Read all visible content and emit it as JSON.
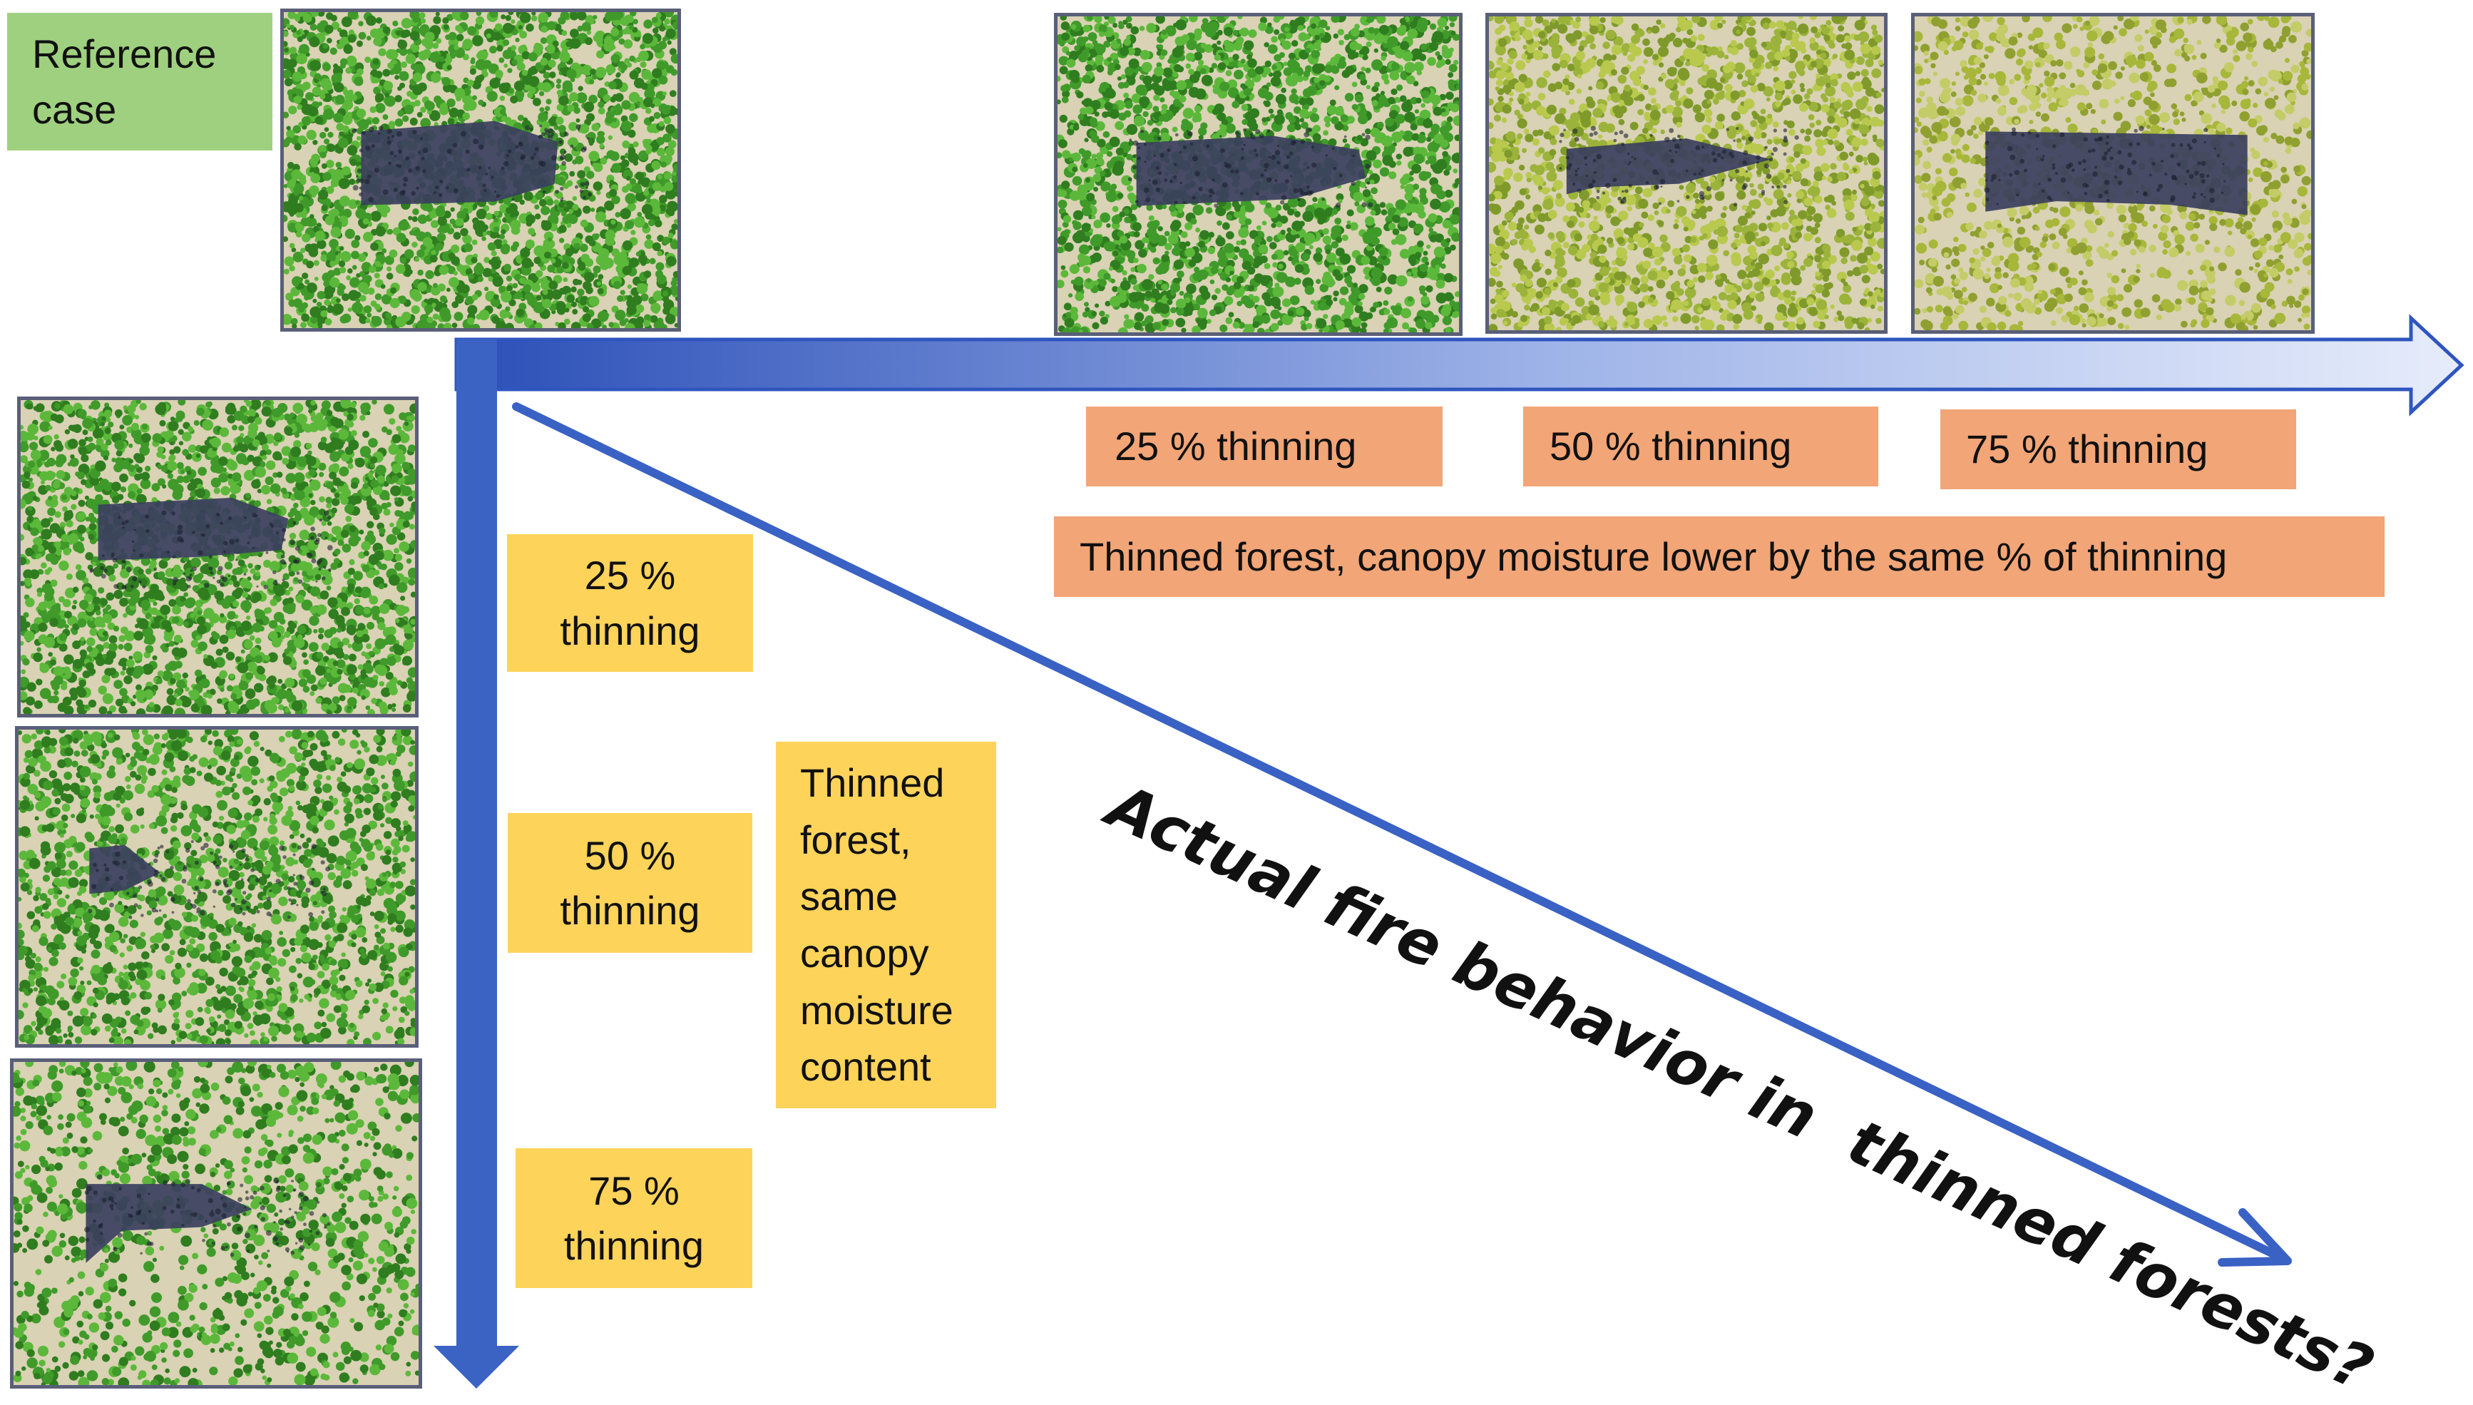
{
  "reference": {
    "label_line1": "Reference",
    "label_line2": "case"
  },
  "horizontal_axis": {
    "labels": [
      "25 % thinning",
      "50 % thinning",
      "75 % thinning"
    ],
    "description": "Thinned forest, canopy moisture lower by the same % of thinning"
  },
  "vertical_axis": {
    "labels": [
      {
        "line1": "25 %",
        "line2": "thinning"
      },
      {
        "line1": "50 %",
        "line2": "thinning"
      },
      {
        "line1": "75 %",
        "line2": "thinning"
      }
    ],
    "description_lines": [
      "Thinned",
      "forest,",
      "same",
      "canopy",
      "moisture",
      "content"
    ]
  },
  "diagonal": {
    "text": "Actual fire behavior in  thinned forests?"
  },
  "colors": {
    "canopy_green": "#3f9a2a",
    "canopy_dry": "#a7b73a",
    "ground": "#d9d2b4",
    "burn_scar": "#3b3f5e",
    "arrow_blue": "#3a62c4"
  }
}
